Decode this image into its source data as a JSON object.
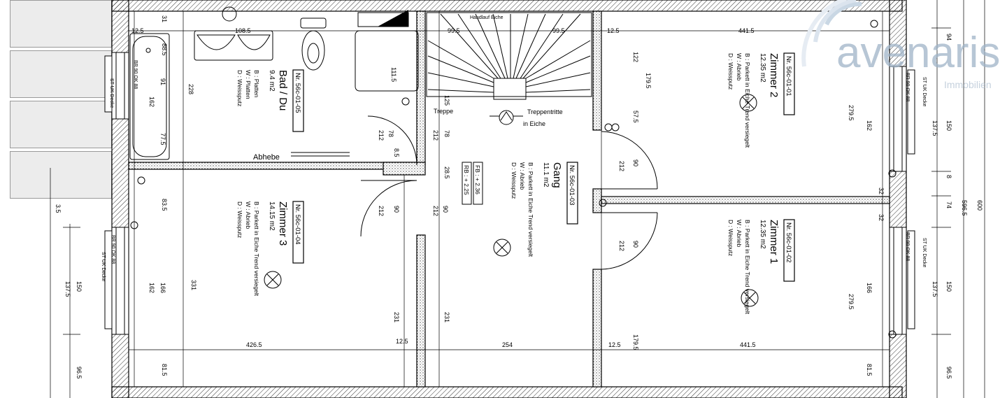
{
  "watermark": {
    "brand": "avenaris",
    "sub": "Immobilien",
    "color": "#9fb4c8"
  },
  "rooms": [
    {
      "id": "bad",
      "nr": "Nr.  56c-01-05",
      "name": "Bad / Du",
      "area": "9.4 m2",
      "spec": [
        "B  :   Platten",
        "W  :   Platten",
        "D  :   Weissputz"
      ]
    },
    {
      "id": "zimmer3",
      "nr": "Nr.  56c-01-04",
      "name": "Zimmer 3",
      "area": "14.15 m2",
      "spec": [
        "B  :   Parkett in Eiche Trend versiegelt",
        "W  :   Abrieb",
        "D  :   Weissputz"
      ]
    },
    {
      "id": "gang",
      "nr": "Nr.  56c-01-03",
      "name": "Gang",
      "area": "11.1 m2",
      "spec": [
        "B  :   Parkett in Eiche Trend versiegelt",
        "W  :   Abrieb",
        "D  :   Weissputz"
      ],
      "levels": [
        "FB : + 2.36",
        "RB : + 2.25"
      ]
    },
    {
      "id": "zimmer2",
      "nr": "Nr.  56c-01-01",
      "name": "Zimmer 2",
      "area": "12.35 m2",
      "spec": [
        "B  :   Parkett in Eiche Trend versiegelt",
        "W  :   Abrieb",
        "D  :   Weissputz"
      ]
    },
    {
      "id": "zimmer1",
      "nr": "Nr.  56c-01-02",
      "name": "Zimmer 1",
      "area": "12.35 m2",
      "spec": [
        "B  :   Parkett in Eiche Trend versiegelt",
        "W  :   Abrieb",
        "D  :   Weissputz"
      ]
    }
  ],
  "labels": {
    "abhebe": "Abhebe",
    "treppe": "Treppe",
    "treppentritte": "Treppentritte",
    "in_eiche": "in Eiche",
    "handlauf": "Handlauf Eiche"
  },
  "dimensions": {
    "top_left_a": "12.5",
    "top_left_b": "108.5",
    "top_stair_a": "99.5",
    "top_stair_b": "99.5",
    "top_right_a": "12.5",
    "top_right_b": "441.5",
    "bottom_left_a": "426.5",
    "bottom_mid_a": "12.5",
    "bottom_mid_b": "254",
    "bottom_right_a": "12.5",
    "bottom_right_b": "441.5",
    "v_31": "31",
    "v_88_5": "88.5",
    "v_91": "91",
    "v_162": "162",
    "v_228": "228",
    "v_77_5": "77.5",
    "v_111_5": "111.5",
    "v_125": "125",
    "v_212a": "212",
    "v_78": "78",
    "v_8_5": "8.5",
    "v_212b": "212",
    "v_78b": "78",
    "v_28_5": "28.5",
    "v_90a": "90",
    "v_90b": "90",
    "v_212c": "212",
    "v_212d": "212",
    "v_122": "122",
    "v_179_5": "179.5",
    "v_57_5": "57.5",
    "v_212e": "212",
    "v_90c": "90",
    "v_212f": "212",
    "v_90d": "90",
    "v_279_5a": "279.5",
    "v_162b": "162",
    "v_279_5b": "279.5",
    "v_166": "166",
    "v_231a": "231",
    "v_231b": "231",
    "v_179_5b": "179.5",
    "v_331": "331",
    "v_166b": "166",
    "v_162c": "162",
    "v_83_5": "83.5",
    "v_81_5": "81.5",
    "v_81_5b": "81.5",
    "out_94": "94",
    "out_137_5": "137.5",
    "out_150": "150",
    "out_74": "74",
    "out_32a": "32",
    "out_32b": "32",
    "out_8": "8",
    "out_596_5": "596.5",
    "out_600": "600",
    "out_96_5": "96.5",
    "out_150b": "150",
    "out_137_5b": "137.5",
    "left_137_5": "137.5",
    "left_150": "150",
    "left_96_5": "96.5",
    "left_3_5": "3.5"
  },
  "window_tags": {
    "w1": "BR 90 OK 88",
    "w1b": "ST UK Decke",
    "w2": "BR 90 OK 88",
    "w2b": "ST UK Decke",
    "w3": "BR 90 OK 88",
    "w3b": "ST UK Decke",
    "w4": "BR 90 OK 88",
    "w4b": "ST UK Decke"
  }
}
